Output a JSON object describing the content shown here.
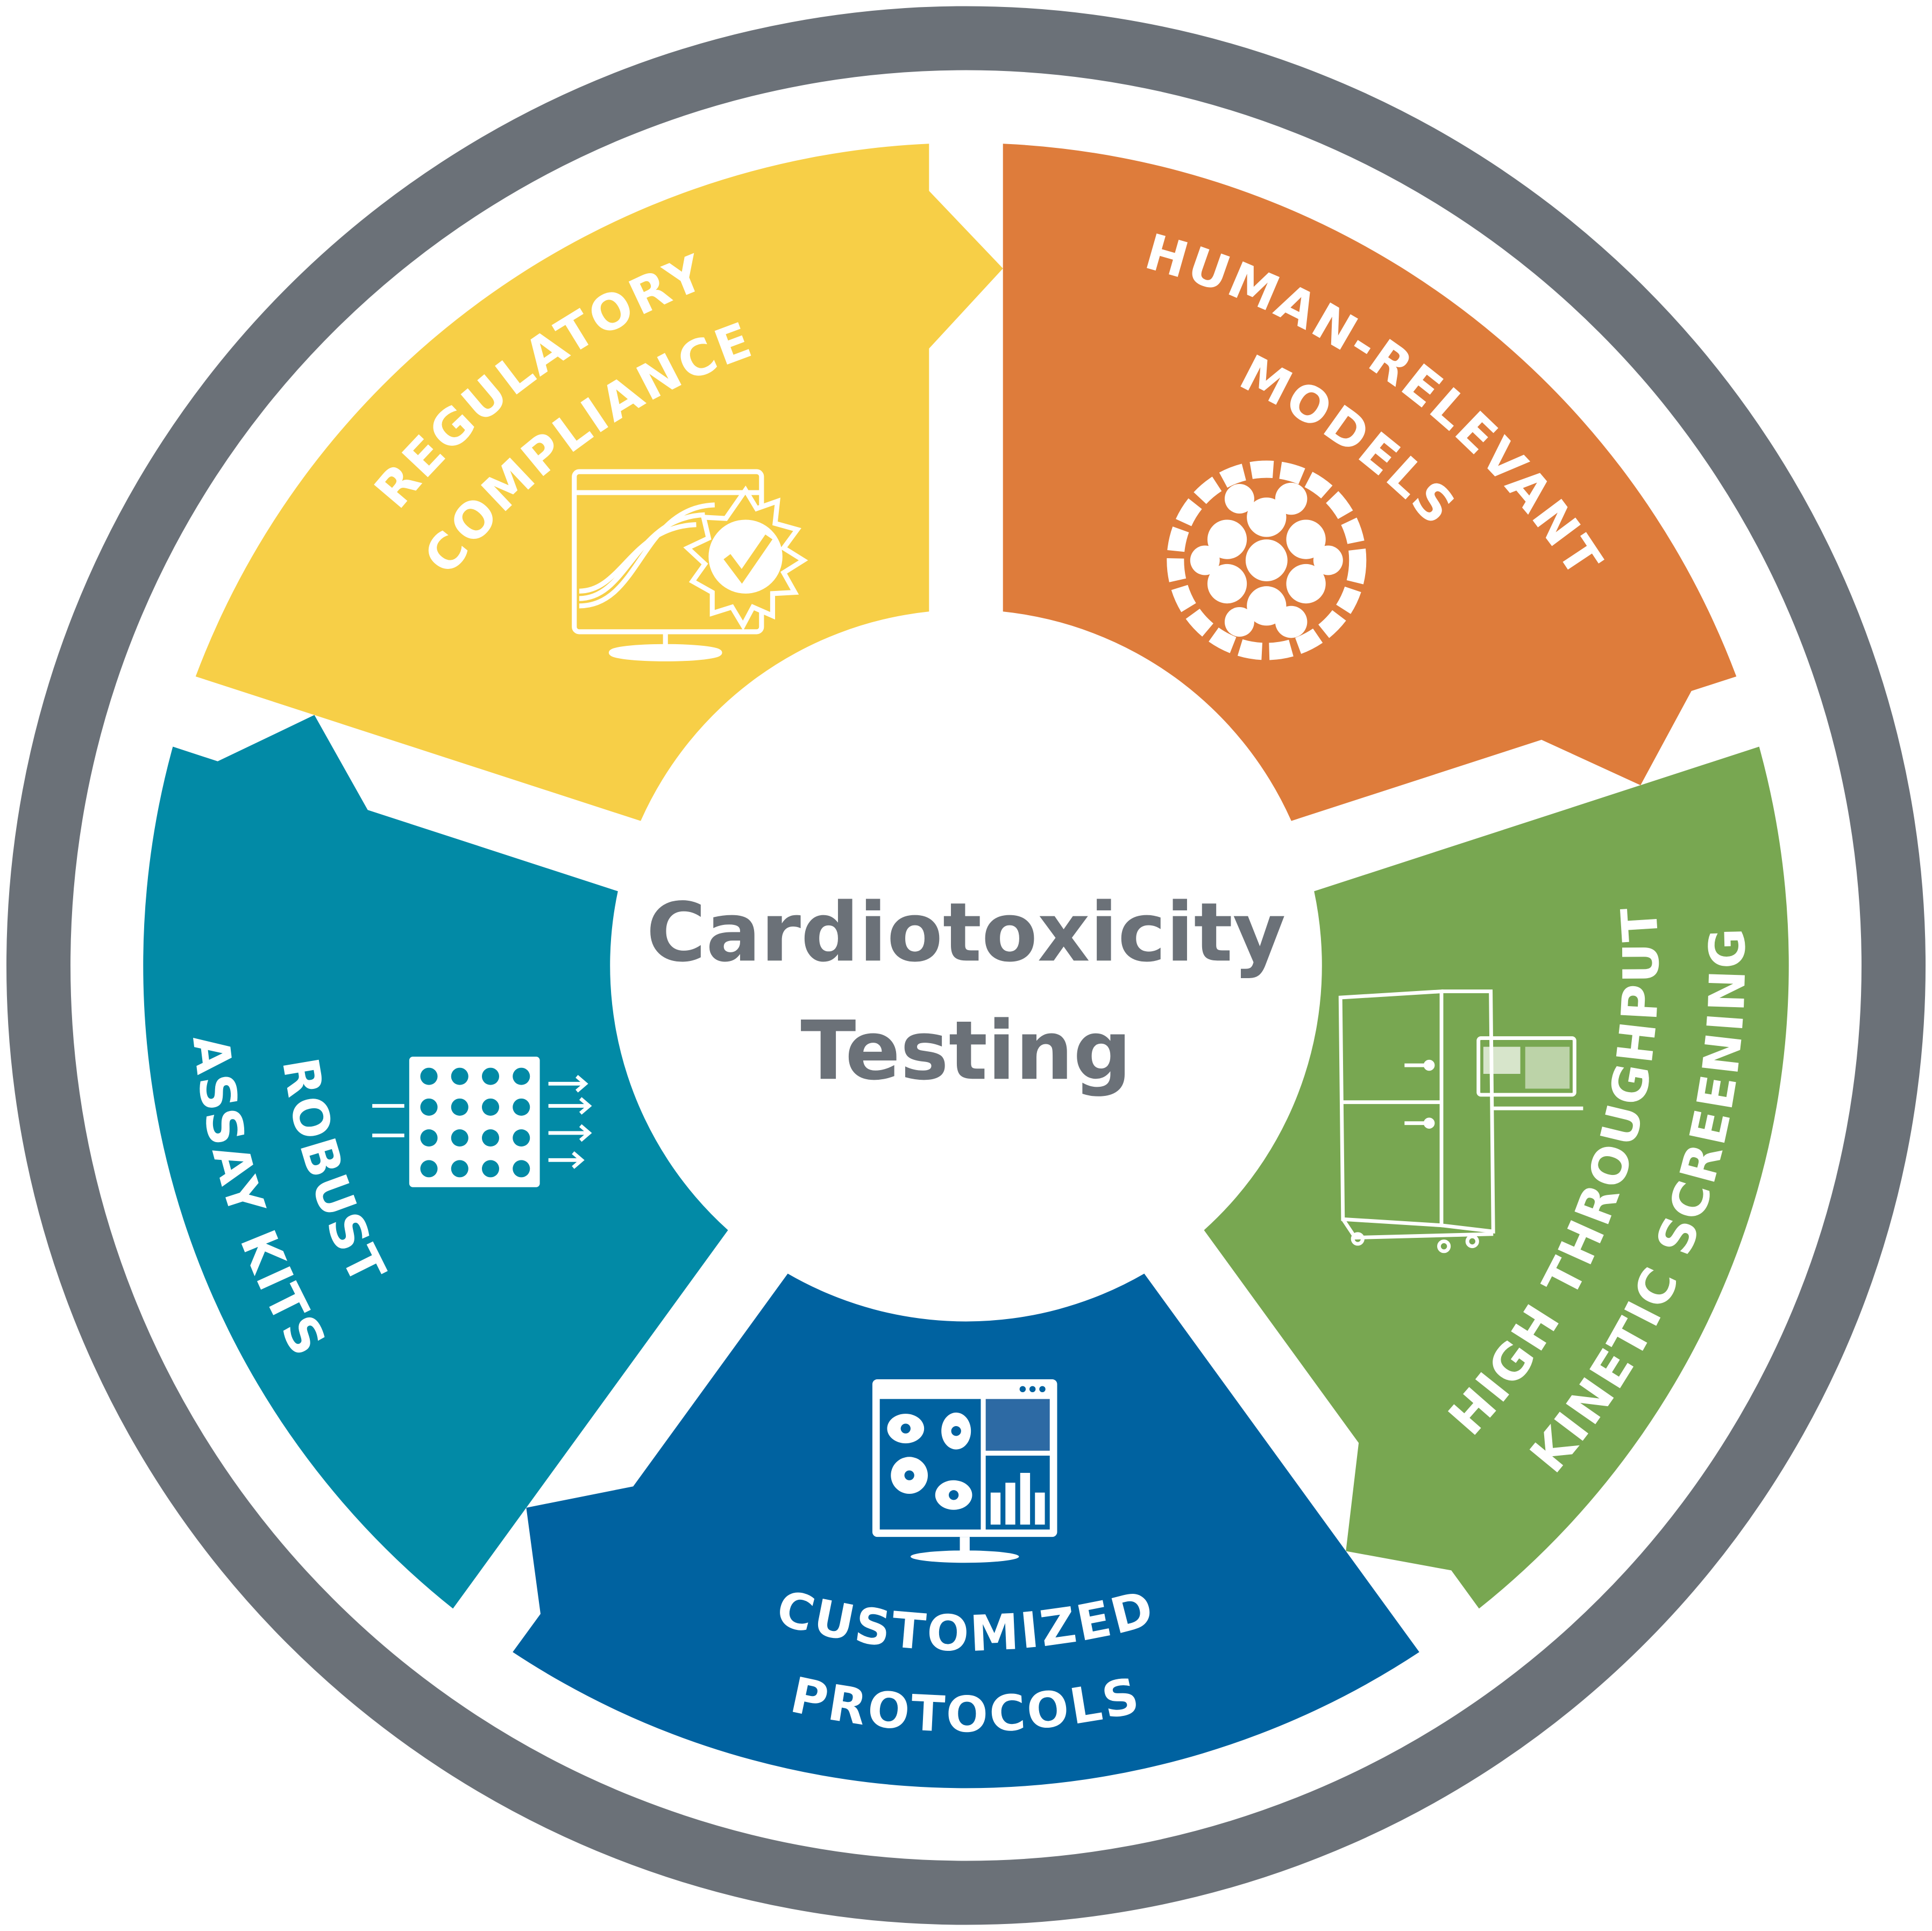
{
  "center": {
    "line1": "Cardiotoxicity",
    "line2": "Testing",
    "color": "#6b7178"
  },
  "ring_color": "#6b7178",
  "segments": [
    {
      "key": "orange",
      "color": "#de7c3b",
      "lines": [
        "HUMAN-RELEVANT",
        "MODELS"
      ],
      "icon": "cell-cluster-icon"
    },
    {
      "key": "green",
      "color": "#78a751",
      "lines": [
        "HIGH THROUGHPUT",
        "KINETIC SCREENING"
      ],
      "icon": "instrument-icon"
    },
    {
      "key": "blue",
      "color": "#0062a0",
      "lines": [
        "CUSTOMIZED",
        "PROTOCOLS"
      ],
      "icon": "imaging-monitor-icon"
    },
    {
      "key": "teal",
      "color": "#028aa6",
      "lines": [
        "ROBUST",
        "ASSAY KITS"
      ],
      "icon": "well-plate-icon"
    },
    {
      "key": "yellow",
      "color": "#f7cf47",
      "lines": [
        "REGULATORY",
        "COMPLIANCE"
      ],
      "icon": "certified-monitor-icon"
    }
  ]
}
